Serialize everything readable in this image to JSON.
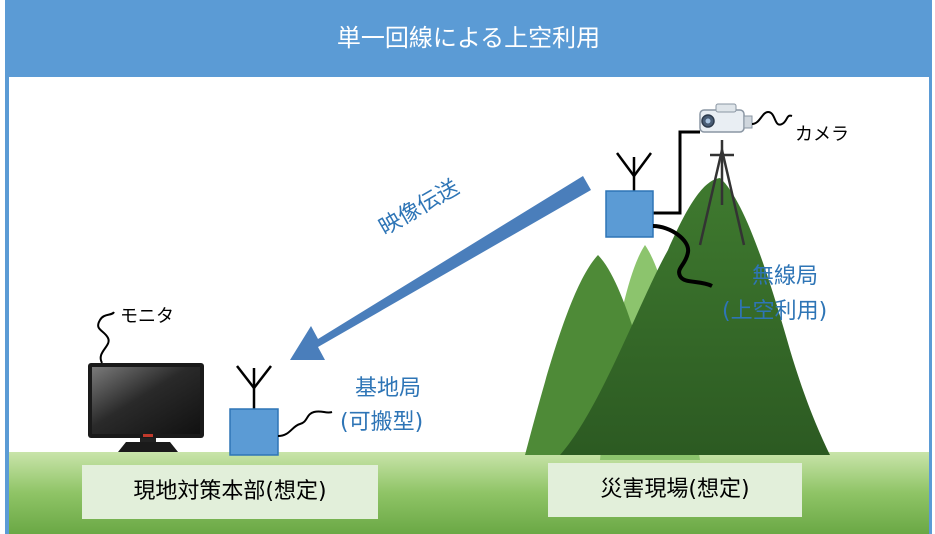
{
  "title": "単一回線による上空利用",
  "labels": {
    "camera": "カメラ",
    "monitor": "モニタ",
    "video_transmission": "映像伝送",
    "radio_station_line1": "無線局",
    "radio_station_line2": "(上空利用)",
    "base_station_line1": "基地局",
    "base_station_line2": "(可搬型)",
    "hq": "現地対策本部(想定)",
    "disaster_site": "災害現場(想定)"
  },
  "colors": {
    "header": "#5b9bd5",
    "label_blue": "#2e75b6",
    "box_blue": "#5b9bd5",
    "arrow": "#4a7ebb",
    "ground_top": "#c5e0a5",
    "ground_bottom": "#70ad47",
    "mountain_dark": "#2f5f23",
    "mountain_mid": "#4e8a37",
    "mountain_light": "#8cc46d"
  },
  "icons": [
    "camera-icon",
    "tripod-icon",
    "antenna-icon",
    "monitor-icon",
    "cable-icon",
    "arrow-icon"
  ]
}
